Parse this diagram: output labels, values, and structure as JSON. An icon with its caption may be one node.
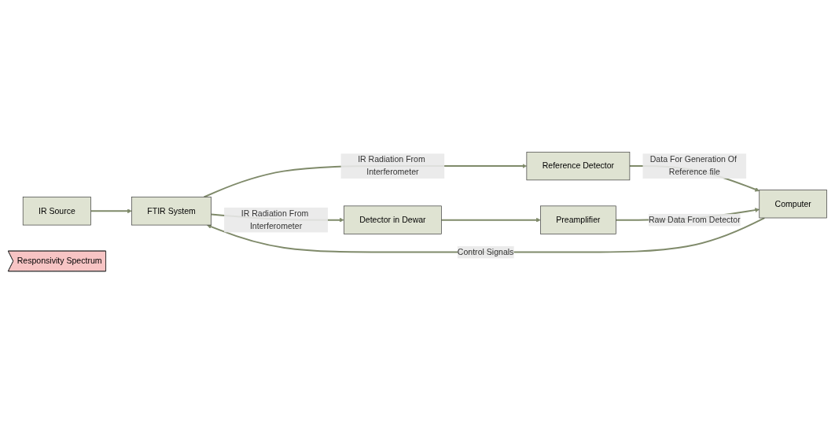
{
  "diagram": {
    "nodes": [
      {
        "text": [
          "IR Source"
        ]
      },
      {
        "text": [
          "FTIR System"
        ]
      },
      {
        "text": [
          "Reference Detector"
        ]
      },
      {
        "text": [
          "Detector in Dewar"
        ]
      },
      {
        "text": [
          "Preamplifier"
        ]
      },
      {
        "text": [
          "Computer"
        ]
      },
      {
        "text": [
          "Responsivity Spectrum"
        ]
      }
    ],
    "edges": [
      {
        "from": 0,
        "to": 1,
        "arrow": "to"
      },
      {
        "from": 1,
        "to": 2,
        "arrow": "to",
        "label": "IR Radiation From Interferometer"
      },
      {
        "from": 2,
        "to": 5,
        "arrow": "to",
        "label": "Data For Generation Of Reference file"
      },
      {
        "from": 1,
        "to": 3,
        "arrow": "to",
        "label": "IR Radiation From Interferometer"
      },
      {
        "from": 3,
        "to": 4,
        "arrow": "to"
      },
      {
        "from": 4,
        "to": 5,
        "arrow": "to",
        "label": "Raw Data From Detector"
      },
      {
        "from": 5,
        "to": 1,
        "arrow": "to",
        "label": "Control Signals"
      }
    ]
  }
}
